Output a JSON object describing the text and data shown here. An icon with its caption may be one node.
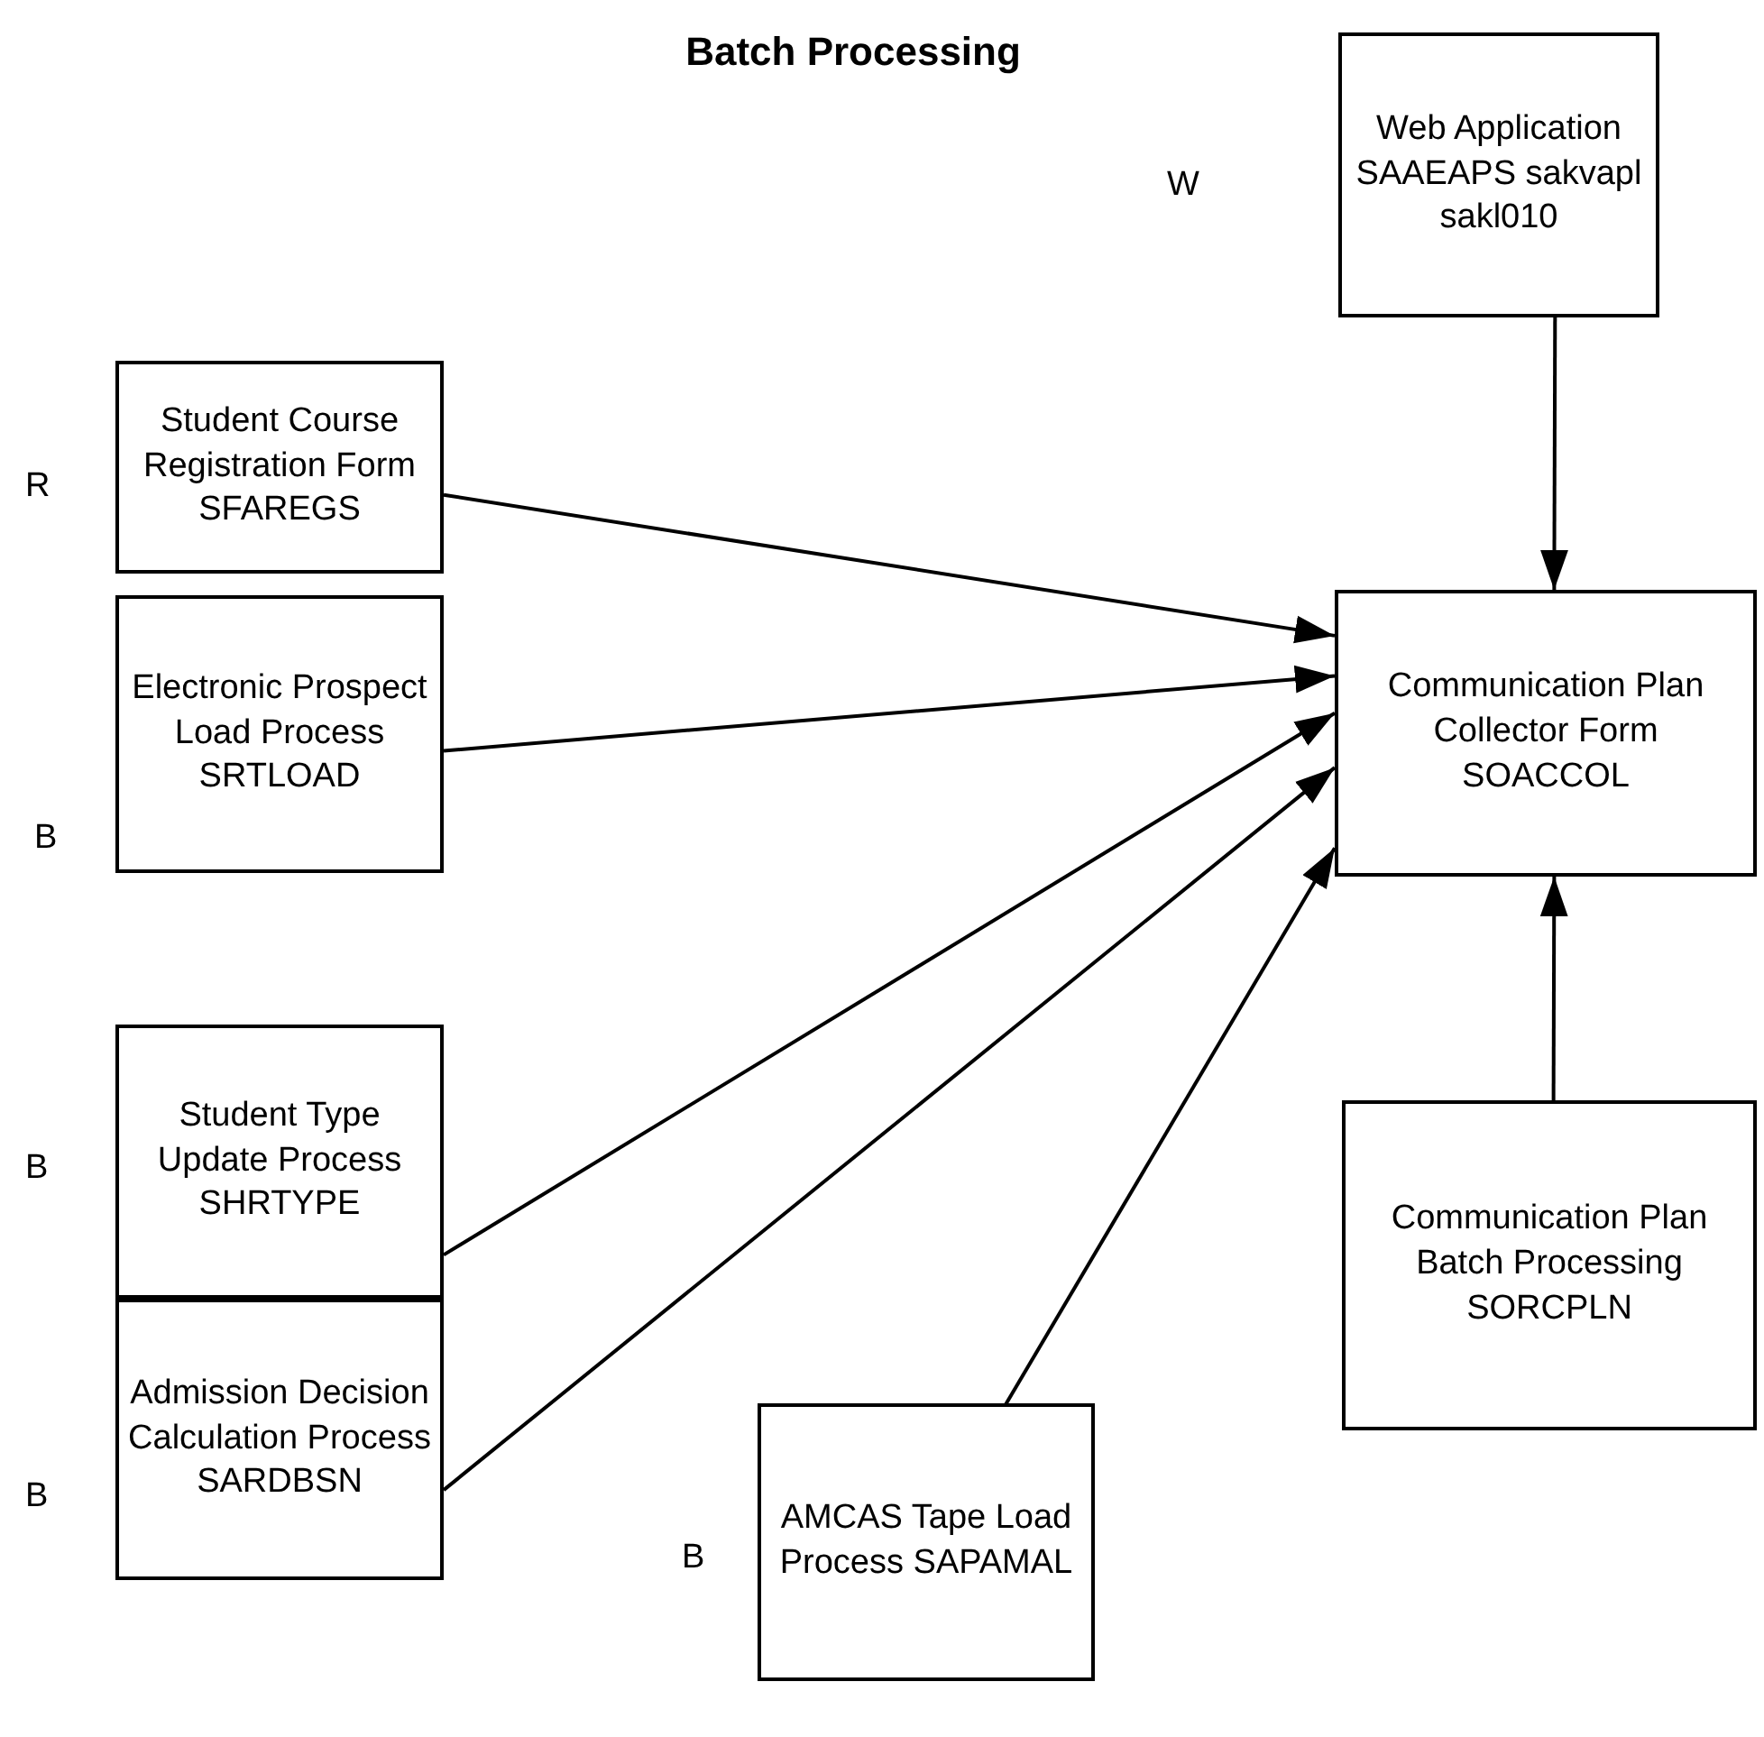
{
  "diagram": {
    "title": "Batch Processing",
    "nodes": [
      {
        "text": [
          "Web Application SAAEAPS sakvapl sakl010"
        ]
      },
      {
        "text": [
          "Student Course Registration Form SFAREGS"
        ],
        "beside": [
          "R"
        ]
      },
      {
        "text": [
          "Electronic Prospect Load Process SRTLOAD"
        ],
        "beside": [
          "B"
        ]
      },
      {
        "text": [
          "Student Type Update Process SHRTYPE"
        ],
        "beside": [
          "B"
        ]
      },
      {
        "text": [
          "Admission Decision Calculation Process SARDBSN"
        ],
        "beside": [
          "B"
        ]
      },
      {
        "text": [
          "AMCAS Tape Load Process SAPAMAL"
        ],
        "beside": [
          "B"
        ]
      },
      {
        "text": [
          "Communication Plan Collector Form SOACCOL"
        ]
      },
      {
        "text": [
          "Communication Plan Batch Processing SORCPLN"
        ]
      }
    ],
    "edges": [
      {
        "from": 0,
        "to": 6,
        "arrow": "to"
      },
      {
        "from": 1,
        "to": 6,
        "arrow": "to"
      },
      {
        "from": 2,
        "to": 6,
        "arrow": "to"
      },
      {
        "from": 3,
        "to": 6,
        "arrow": "to"
      },
      {
        "from": 4,
        "to": 6,
        "arrow": "to"
      },
      {
        "from": 5,
        "to": 6,
        "arrow": "to"
      },
      {
        "from": 7,
        "to": 6,
        "arrow": "to"
      }
    ],
    "labels": [
      "W"
    ]
  }
}
